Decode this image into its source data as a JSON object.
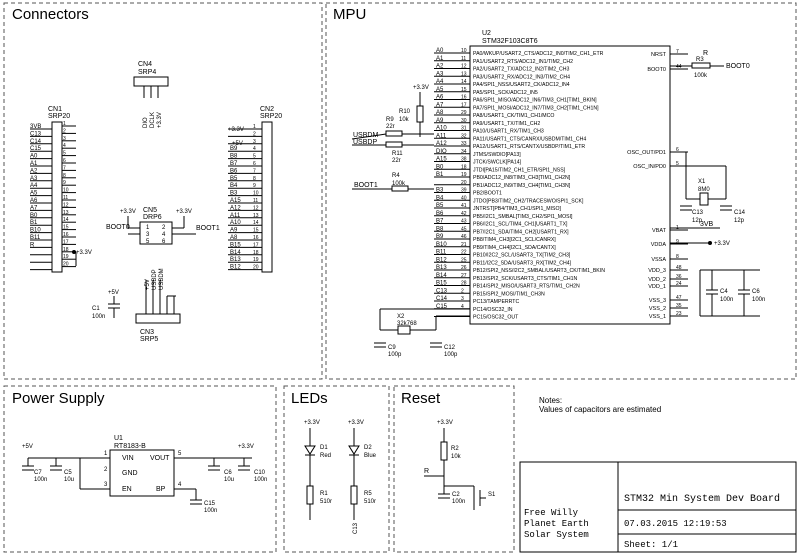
{
  "panels": {
    "connectors": "Connectors",
    "mpu": "MPU",
    "power_supply": "Power Supply",
    "leds": "LEDs",
    "reset": "Reset"
  },
  "cn1": {
    "ref": "CN1",
    "type": "SRP20",
    "pins": [
      "3VB",
      "C13",
      "C14",
      "C15",
      "A0",
      "A1",
      "A2",
      "A3",
      "A4",
      "A5",
      "A6",
      "A7",
      "B0",
      "B1",
      "B10",
      "B11",
      "R",
      "",
      "",
      ""
    ],
    "pin_numbers": [
      "1",
      "2",
      "3",
      "4",
      "5",
      "6",
      "7",
      "8",
      "9",
      "10",
      "11",
      "12",
      "13",
      "14",
      "15",
      "16",
      "17",
      "18",
      "19",
      "20"
    ],
    "net_right": "+3.3V"
  },
  "cn2": {
    "ref": "CN2",
    "type": "SRP20",
    "pins": [
      "",
      "",
      "",
      "B9",
      "B8",
      "B7",
      "B6",
      "B5",
      "B4",
      "B3",
      "A15",
      "A12",
      "A11",
      "A10",
      "A9",
      "A8",
      "B15",
      "B14",
      "B13",
      "B12"
    ],
    "pin_numbers": [
      "1",
      "2",
      "3",
      "4",
      "5",
      "6",
      "7",
      "8",
      "9",
      "10",
      "11",
      "12",
      "13",
      "14",
      "15",
      "16",
      "17",
      "18",
      "19",
      "20"
    ],
    "net_top": "+3.3V",
    "net_5v": "+5V"
  },
  "cn4": {
    "ref": "CN4",
    "type": "SRP4",
    "pins": [
      "DIO",
      "DCLK",
      "+3.3V"
    ]
  },
  "cn5": {
    "ref": "CN5",
    "type": "DRP6",
    "left_net": "+3.3V",
    "right_net": "+3.3V",
    "boot0": "BOOT0",
    "boot1": "BOOT1",
    "pins": [
      "1",
      "2",
      "3",
      "4",
      "5",
      "6"
    ]
  },
  "cn3": {
    "ref": "CN3",
    "type": "SRP5",
    "nets": [
      "+5V",
      "USBDP",
      "USBDM"
    ]
  },
  "c1": {
    "ref": "C1",
    "value": "100n",
    "net": "+5V"
  },
  "u2": {
    "ref": "U2",
    "part": "STM32F103C8T6",
    "left_nets": [
      "A0",
      "A1",
      "A2",
      "A3",
      "A4",
      "A5",
      "A6",
      "A7",
      "A8",
      "A9",
      "A10",
      "A11",
      "A12",
      "DIO",
      "A15",
      "B0",
      "B1",
      "",
      "B3",
      "B4",
      "B5",
      "B6",
      "B7",
      "B8",
      "B9",
      "B10",
      "B11",
      "B12",
      "B13",
      "B14",
      "B15",
      "C13",
      "C14",
      "C15"
    ],
    "left_pins": [
      "10",
      "11",
      "12",
      "13",
      "14",
      "15",
      "16",
      "17",
      "29",
      "30",
      "31",
      "32",
      "33",
      "34",
      "38",
      "18",
      "19",
      "20",
      "39",
      "40",
      "41",
      "42",
      "43",
      "45",
      "46",
      "21",
      "22",
      "25",
      "26",
      "27",
      "28",
      "2",
      "3",
      "4"
    ],
    "left_labels": [
      "PA0/WKUP/USART2_CTS/ADC12_IN0/TIM2_CH1_ETR",
      "PA1/USART2_RTS/ADC12_IN1/TIM2_CH2",
      "PA2/USART2_TX/ADC12_IN2/TIM2_CH3",
      "PA3/USART2_RX/ADC12_IN3/TIM2_CH4",
      "PA4/SPI1_NSS/USART2_CK/ADC12_IN4",
      "PA5/SPI1_SCK/ADC12_IN5",
      "PA6/SPI1_MISO/ADC12_IN6/TIM3_CH1[TIM1_BKIN]",
      "PA7/SPI1_MOSI/ADC12_IN7/TIM3_CH2[TIM1_CH1N]",
      "PA8/USART1_CK/TIM1_CH1/MCO",
      "PA9/USART1_TX/TIM1_CH2",
      "PA10/USART1_RX/TIM1_CH3",
      "PA11/USART1_CTS/CANRX/USBDM/TIM1_CH4",
      "PA12/USART1_RTS/CANTX/USBDP/TIM1_ETR",
      "JTMS/SWDIO[PA13]",
      "JTCK/SWCLK[PA14]",
      "JTDI[PA15/TIM2_CH1_ETR/SPI1_NSS]",
      "PB0/ADC12_IN8/TIM3_CH3[TIM1_CH2N]",
      "PB1/ADC12_IN9/TIM3_CH4[TIM1_CH3N]",
      "PB2/BOOT1",
      "JTDO[PB3/TIM2_CH2/TRACESWO/SPI1_SCK]",
      "JNTRST[PB4/TIM3_CH1/SPI1_MISO]",
      "PB5/I2C1_SMBAL[TIM3_CH2/SPI1_MOSI]",
      "PB6/I2C1_SCL/TIM4_CH1[USART1_TX]",
      "PB7/I2C1_SDA/TIM4_CH2[USART1_RX]",
      "PB8/TIM4_CH3[I2C1_SCL/CANRX]",
      "PB9/TIM4_CH4[I2C1_SDA/CANTX]",
      "PB10/I2C2_SCL/USART3_TX[TIM2_CH3]",
      "PB11/I2C2_SDA/USART3_RX[TIM2_CH4]",
      "PB12/SPI2_NSS/I2C2_SMBAL/USART3_CK/TIM1_BKIN",
      "PB13/SPI2_SCK/USART3_CTS/TIM1_CH1N",
      "PB14/SPI2_MISO/USART3_RTS/TIM1_CH2N",
      "PB15/SPI2_MOSI/TIM1_CH3N",
      "PC13/TAMPERRTC",
      "PC14/OSC32_IN",
      "PC15/OSC32_OUT"
    ],
    "right_labels": [
      "NRST",
      "BOOT0",
      "OSC_OUT/PD1",
      "OSC_IN/PD0",
      "VBAT",
      "VDDA",
      "VSSA",
      "VDD_3",
      "VDD_2",
      "VDD_1",
      "VSS_3",
      "VSS_2",
      "VSS_1"
    ],
    "right_pins": [
      "7",
      "44",
      "6",
      "5",
      "1",
      "9",
      "8",
      "48",
      "36",
      "24",
      "47",
      "35",
      "23"
    ],
    "right_nets": [
      "R",
      "BOOT0",
      "",
      "",
      "3VB",
      "+3.3V"
    ]
  },
  "mpu_parts": {
    "r3": {
      "ref": "R3",
      "value": "100k"
    },
    "r10": {
      "ref": "R10",
      "value": "10k",
      "net": "+3.3V"
    },
    "r9": {
      "ref": "R9",
      "value": "22r"
    },
    "r11": {
      "ref": "R11",
      "value": "22r"
    },
    "r4": {
      "ref": "R4",
      "value": "100k"
    },
    "usbdm": "USBDM",
    "usbdp": "USBDP",
    "boot1": "BOOT1",
    "dio": "DIO",
    "dclk": "DCLK",
    "x1": {
      "ref": "X1",
      "value": "8M0"
    },
    "c13": {
      "ref": "C13",
      "value": "12p"
    },
    "c14": {
      "ref": "C14",
      "value": "12p"
    },
    "x2": {
      "ref": "X2",
      "value": "32k768"
    },
    "c9": {
      "ref": "C9",
      "value": "100p"
    },
    "c12": {
      "ref": "C12",
      "value": "100p"
    },
    "c4": {
      "ref": "C4",
      "value": "100n"
    },
    "c6": {
      "ref": "C6",
      "value": "100n"
    }
  },
  "power": {
    "u1": {
      "ref": "U1",
      "part": "RT8183-B",
      "pins": [
        "VIN",
        "GND",
        "EN",
        "VOUT",
        "BP"
      ],
      "pin_numbers": [
        "1",
        "2",
        "3",
        "5",
        "4"
      ]
    },
    "net_in": "+5V",
    "net_out": "+3.3V",
    "c7": {
      "ref": "C7",
      "value": "100n"
    },
    "c5": {
      "ref": "C5",
      "value": "10u"
    },
    "c6": {
      "ref": "C6",
      "value": "10u"
    },
    "c10": {
      "ref": "C10",
      "value": "100n"
    },
    "c15": {
      "ref": "C15",
      "value": "100n"
    }
  },
  "leds": {
    "net": "+3.3V",
    "d1": {
      "ref": "D1",
      "color": "Red"
    },
    "d2": {
      "ref": "D2",
      "color": "Blue"
    },
    "r1": {
      "ref": "R1",
      "value": "510r"
    },
    "r5": {
      "ref": "R5",
      "value": "510r"
    },
    "c13_net": "C13"
  },
  "reset": {
    "net": "+3.3V",
    "r2": {
      "ref": "R2",
      "value": "10k"
    },
    "r_net": "R",
    "c2": {
      "ref": "C2",
      "value": "100n"
    },
    "s1": {
      "ref": "S1"
    }
  },
  "notes": {
    "title": "Notes:",
    "text": "Values of capacitors are estimated"
  },
  "title_block": {
    "author": [
      "Free Willy",
      "Planet Earth",
      "Solar System"
    ],
    "title": "STM32 Min System Dev Board",
    "date": "07.03.2015 12:19:53",
    "sheet": "Sheet: 1/1"
  }
}
